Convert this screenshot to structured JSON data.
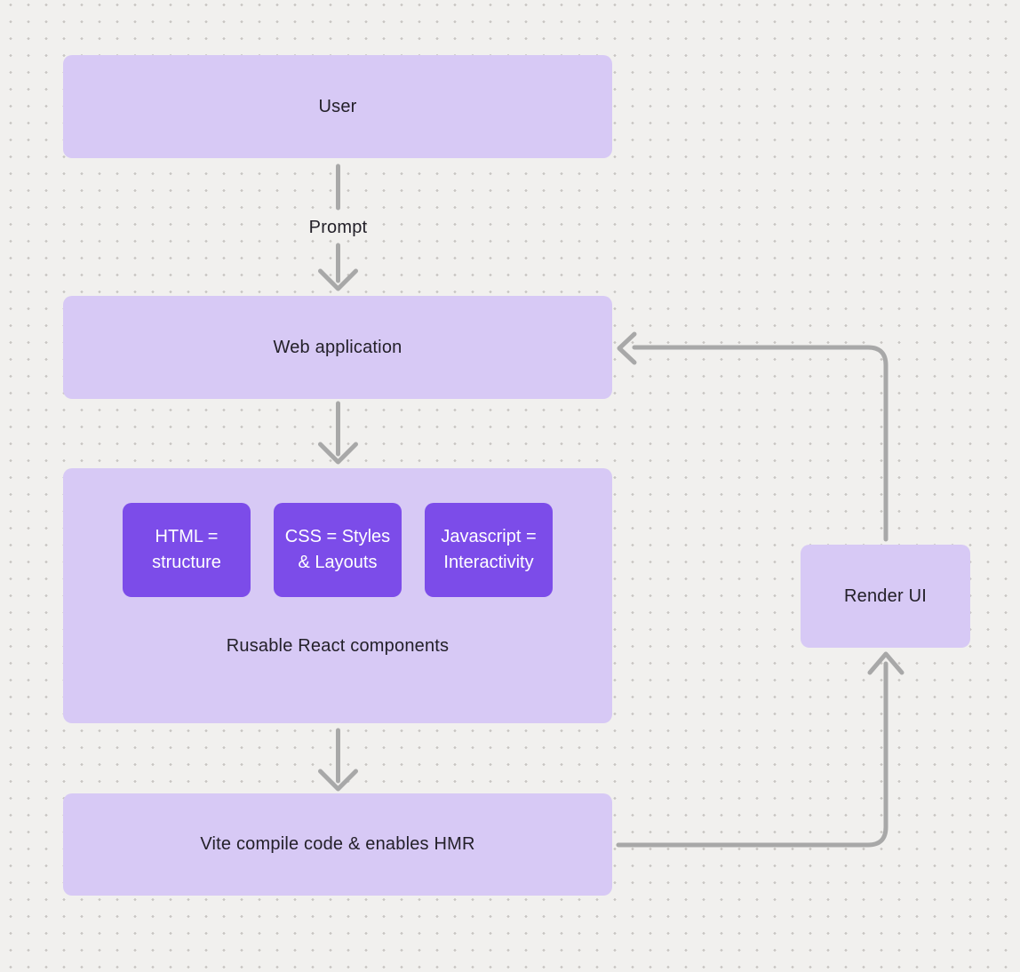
{
  "diagram": {
    "background": {
      "color": "#f1f0ee",
      "dot_color": "#c8c5c2"
    },
    "palette": {
      "node_fill": "#d7c9f5",
      "chip_fill": "#7c4ce9",
      "chip_text": "#ffffff",
      "label_text": "#232029",
      "connector": "#a8a8a8"
    },
    "nodes": {
      "user": {
        "label": "User"
      },
      "web_application": {
        "label": "Web application"
      },
      "components_group": {
        "caption": "Rusable React components",
        "chips": [
          {
            "lines": [
              "HTML =",
              "structure"
            ]
          },
          {
            "lines": [
              "CSS = Styles",
              "& Layouts"
            ]
          },
          {
            "lines": [
              "Javascript =",
              "Interactivity"
            ]
          }
        ]
      },
      "vite": {
        "label": "Vite compile code & enables HMR"
      },
      "render_ui": {
        "label": "Render UI"
      }
    },
    "edges": {
      "user_to_web_label": "Prompt",
      "connections": [
        {
          "from": "user",
          "to": "web_application",
          "label": "Prompt"
        },
        {
          "from": "web_application",
          "to": "components_group",
          "label": ""
        },
        {
          "from": "components_group",
          "to": "vite",
          "label": ""
        },
        {
          "from": "vite",
          "to": "render_ui",
          "label": ""
        },
        {
          "from": "render_ui",
          "to": "web_application",
          "label": ""
        }
      ]
    }
  }
}
